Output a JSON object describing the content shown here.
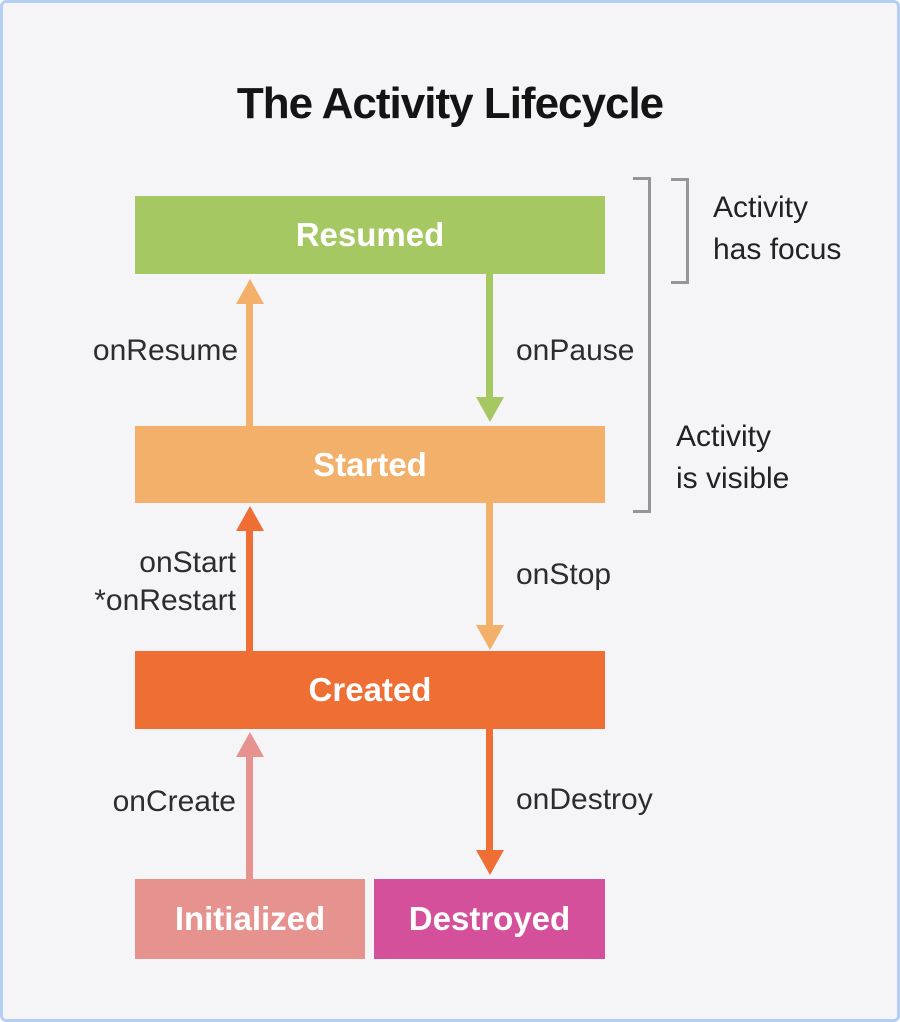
{
  "title": "The Activity Lifecycle",
  "states": {
    "resumed": {
      "label": "Resumed",
      "color": "#a6c862"
    },
    "started": {
      "label": "Started",
      "color": "#f2b06a"
    },
    "created": {
      "label": "Created",
      "color": "#ee6e34"
    },
    "initialized": {
      "label": "Initialized",
      "color": "#e6928e"
    },
    "destroyed": {
      "label": "Destroyed",
      "color": "#d4509a"
    }
  },
  "transitions": {
    "onResume": {
      "label": "onResume",
      "color": "#f2b06a",
      "direction": "up"
    },
    "onPause": {
      "label": "onPause",
      "color": "#a6c862",
      "direction": "down"
    },
    "onStart": {
      "label": "onStart",
      "label2": "*onRestart",
      "color": "#ee6e34",
      "direction": "up"
    },
    "onStop": {
      "label": "onStop",
      "color": "#f2b06a",
      "direction": "down"
    },
    "onCreate": {
      "label": "onCreate",
      "color": "#e6928e",
      "direction": "up"
    },
    "onDestroy": {
      "label": "onDestroy",
      "color": "#ee6e34",
      "direction": "down"
    }
  },
  "annotations": {
    "focus": {
      "line1": "Activity",
      "line2": "has focus"
    },
    "visible": {
      "line1": "Activity",
      "line2": "is visible"
    }
  },
  "frame": {
    "background": "#f5f4f7",
    "border_color": "#b5cef4",
    "bracket_color": "#969696"
  }
}
